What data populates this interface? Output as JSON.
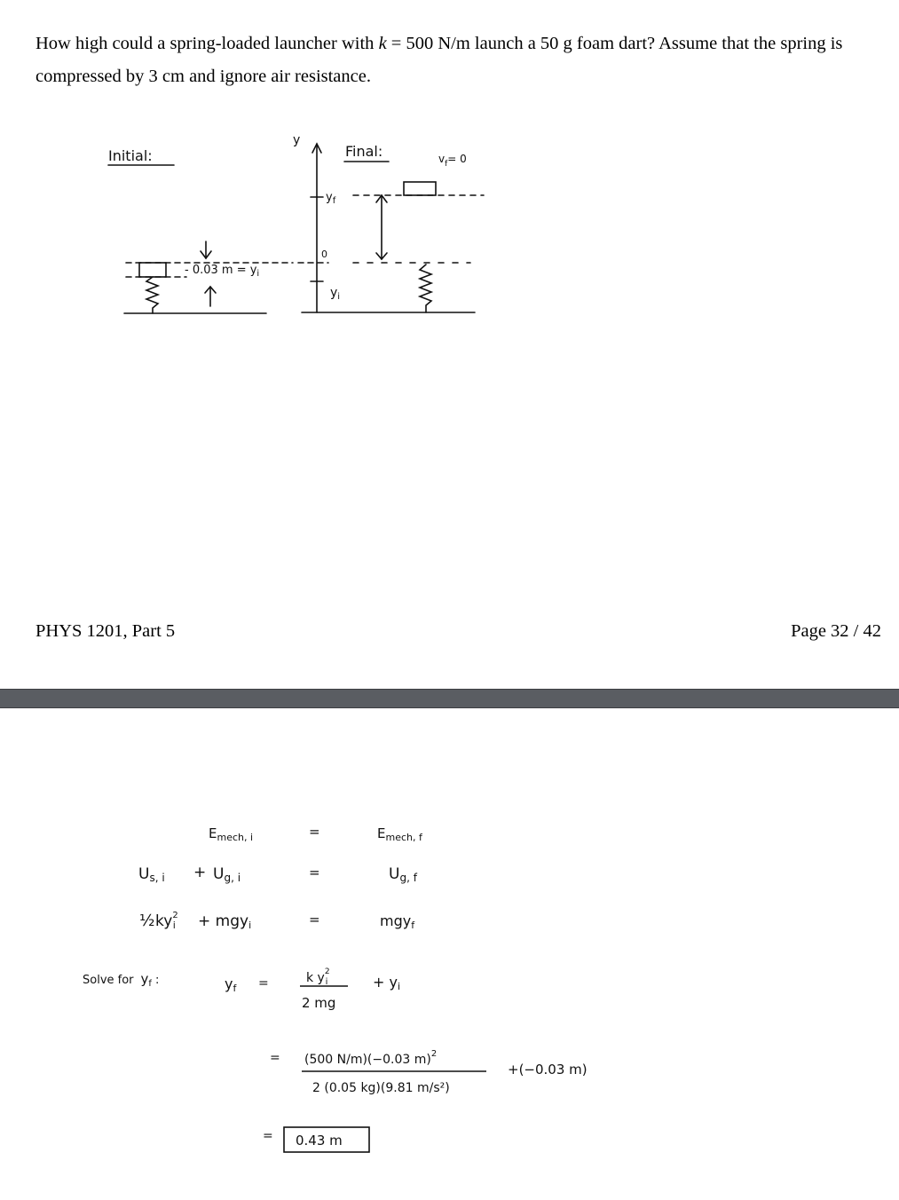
{
  "problem": {
    "part1": "How high could a spring-loaded launcher with ",
    "k": "k",
    "part2": " = 500 N/m launch a 50 g foam dart? Assume that the spring is compressed by 3 cm and ignore air resistance."
  },
  "diagram": {
    "initial_label": "Initial:",
    "final_label": "Final:",
    "y_axis": "y",
    "compression": "- 0.03 m = y",
    "compression_sub": "i",
    "yf": "y",
    "yf_sub": "f",
    "origin": "0",
    "yi": "y",
    "yi_sub": "i",
    "v_label": "v",
    "v_sub": "f",
    "v_value": "= 0"
  },
  "footer": {
    "course": "PHYS 1201, Part 5",
    "page": "Page 32 / 42"
  },
  "solution": {
    "row1": {
      "left": "E",
      "left_sub": "mech, i",
      "eq": "=",
      "right": "E",
      "right_sub": "mech, f"
    },
    "row2": {
      "left_a": "U",
      "left_a_sub": "s, i",
      "plus": "+",
      "left_b": "U",
      "left_b_sub": "g, i",
      "eq": "=",
      "right": "U",
      "right_sub": "g, f"
    },
    "row3": {
      "half": "½",
      "left": "ky",
      "left_sub": "i",
      "left_sup": "2",
      "plus": "+ mgy",
      "plus_sub": "i",
      "eq": "=",
      "right": "mgy",
      "right_sub": "f"
    },
    "row4": {
      "solve": "Solve for",
      "yf": "y",
      "yf_sub": "f",
      "colon": ":",
      "lhs": "y",
      "lhs_sub": "f",
      "eq": "=",
      "num": "k y",
      "num_sub": "i",
      "num_sup": "2",
      "den": "2 mg",
      "plus": "+ y",
      "plus_sub": "i"
    },
    "row5": {
      "eq": "=",
      "num": "(500 N/m)(−0.03 m)",
      "num_sup": "2",
      "den": "2 (0.05 kg)(9.81 m/s²)",
      "tail": "+(−0.03 m)"
    },
    "answer": {
      "eq": "=",
      "value": "0.43 m"
    }
  }
}
